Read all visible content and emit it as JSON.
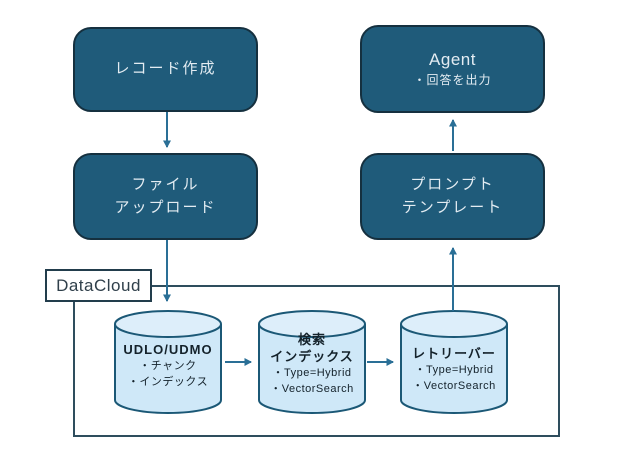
{
  "diagram": {
    "boxes": {
      "record": {
        "label": "レコード作成"
      },
      "agent": {
        "title": "Agent",
        "subtitle": "・回答を出力"
      },
      "upload": {
        "line1": "ファイル",
        "line2": "アップロード"
      },
      "prompt": {
        "line1": "プロンプト",
        "line2": "テンプレート"
      }
    },
    "datacloud": {
      "label": "DataCloud",
      "cylinders": [
        {
          "title_lines": [
            "UDLO/UDMO"
          ],
          "bullets": [
            "・チャンク",
            "・インデックス"
          ]
        },
        {
          "title_lines": [
            "検索",
            "インデックス"
          ],
          "bullets": [
            "・Type=Hybrid",
            "・VectorSearch"
          ]
        },
        {
          "title_lines": [
            "レトリーバー"
          ],
          "bullets": [
            "・Type=Hybrid",
            "・VectorSearch"
          ]
        }
      ]
    },
    "colors": {
      "node_fill": "#1f5b7a",
      "node_border": "#15303f",
      "node_text": "#e3ecf2",
      "cylinder_fill": "#cfe8f8",
      "cylinder_top_fill": "#ddeefa",
      "cylinder_border": "#1b5876",
      "arrow": "#2a6f96",
      "container_border": "#2e4d5d",
      "label_text": "#30404b",
      "background": "#ffffff"
    }
  }
}
